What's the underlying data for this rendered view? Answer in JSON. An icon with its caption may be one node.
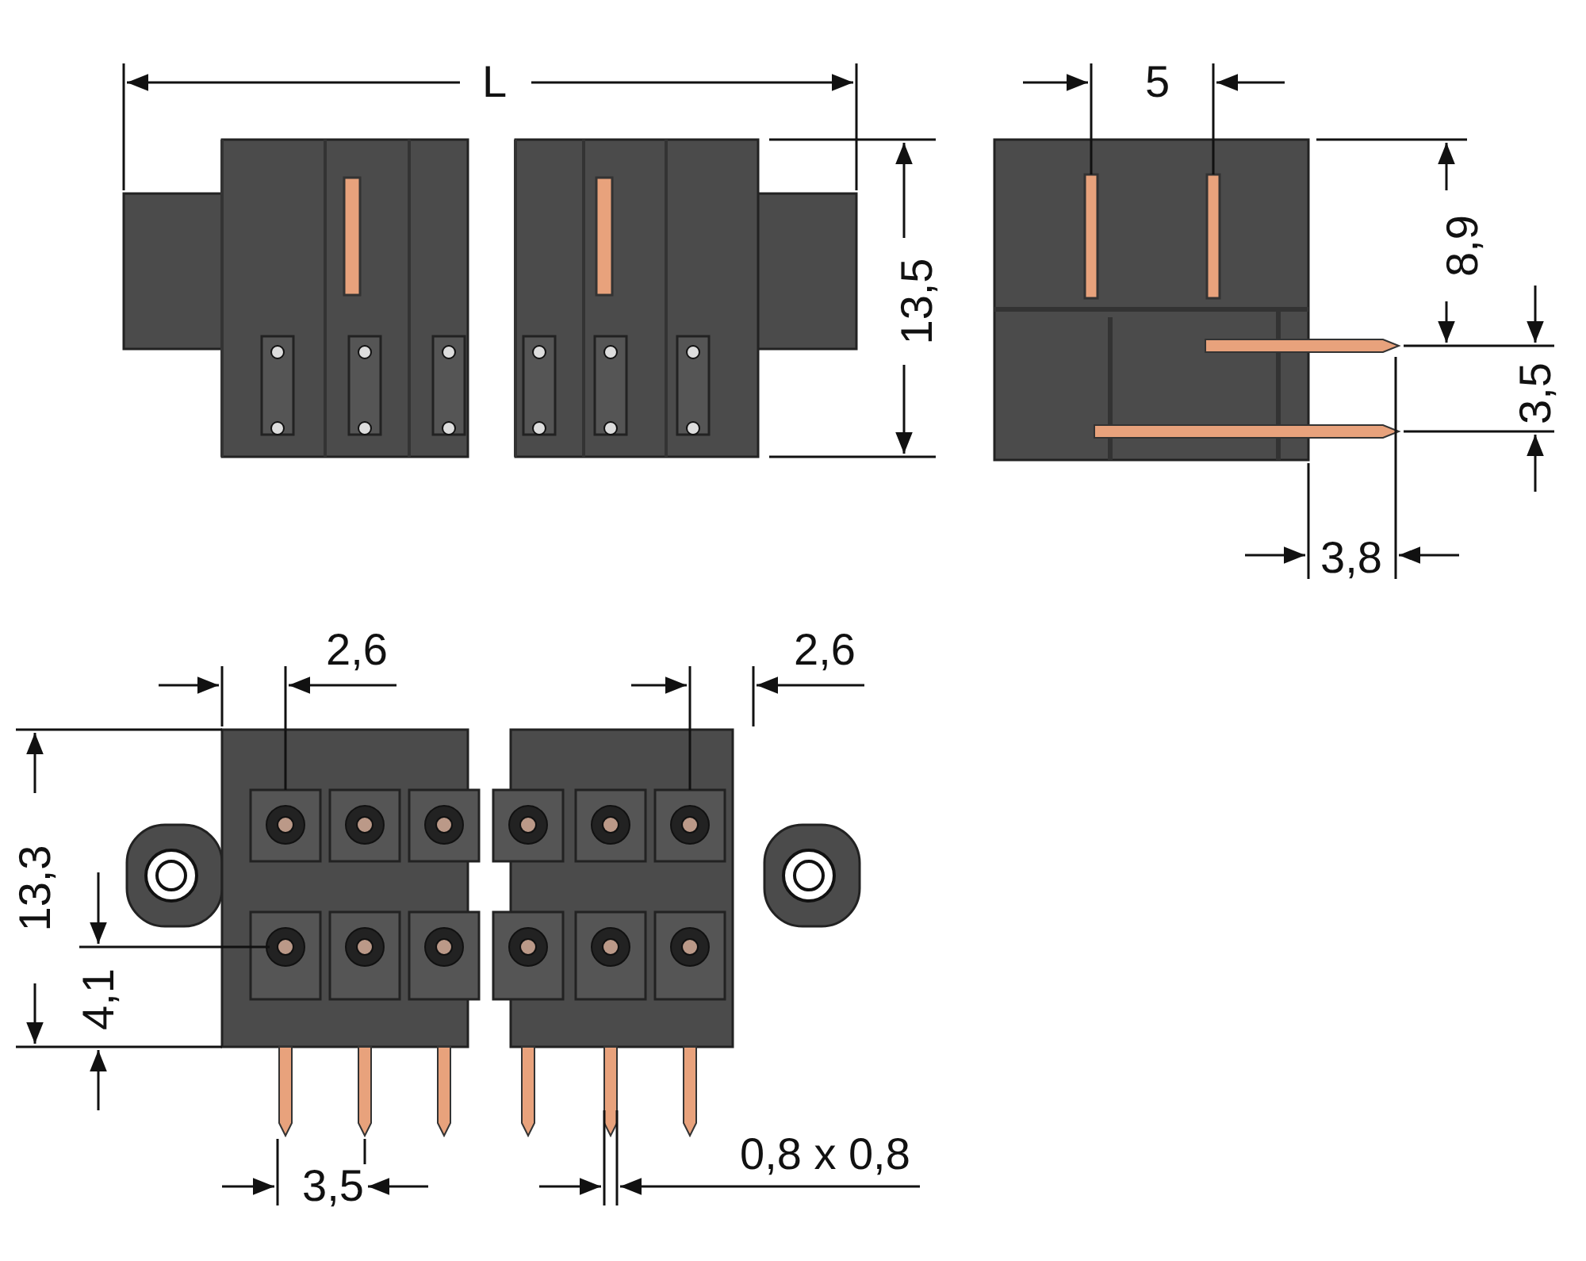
{
  "diagram": {
    "labels": [
      "L",
      "5",
      "13,5",
      "8,9",
      "3,5",
      "3,8",
      "2,6",
      "2,6",
      "13,3",
      "4,1",
      "3,5",
      "0,8 x 0,8"
    ]
  }
}
